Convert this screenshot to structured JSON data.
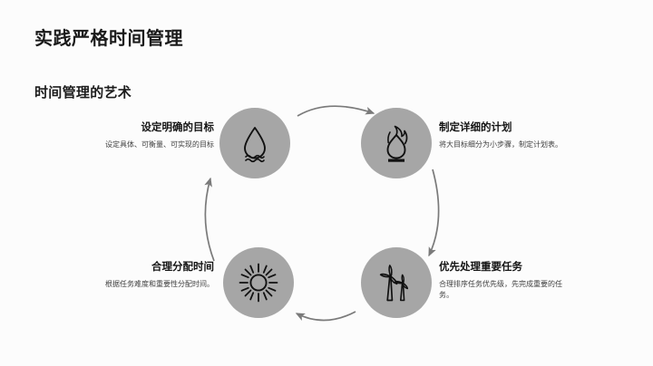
{
  "slide": {
    "title": "实践严格时间管理",
    "subtitle": "时间管理的艺术",
    "background_color": "#fcfcfc",
    "accent_color": "#a6a6a6",
    "arrow_color": "#7a7a7a",
    "title_color": "#1a1a1a"
  },
  "diagram": {
    "type": "cycle",
    "direction": "clockwise",
    "steps": [
      {
        "position": "top-left",
        "icon": "water-drop-icon",
        "title": "设定明确的目标",
        "description": "设定具体、可衡量、可实现的目标"
      },
      {
        "position": "top-right",
        "icon": "flame-icon",
        "title": "制定详细的计划",
        "description": "将大目标细分为小步骤，制定计划表。"
      },
      {
        "position": "bottom-right",
        "icon": "wind-turbine-icon",
        "title": "优先处理重要任务",
        "description": "合理排序任务优先级，先完成重要的任务。"
      },
      {
        "position": "bottom-left",
        "icon": "sun-icon",
        "title": "合理分配时间",
        "description": "根据任务难度和重要性分配时间。"
      }
    ],
    "arrows": [
      {
        "name": "arrow-top",
        "from": "top-left",
        "to": "top-right"
      },
      {
        "name": "arrow-right",
        "from": "top-right",
        "to": "bottom-right"
      },
      {
        "name": "arrow-bottom",
        "from": "bottom-right",
        "to": "bottom-left"
      },
      {
        "name": "arrow-left",
        "from": "bottom-left",
        "to": "top-left"
      }
    ]
  }
}
